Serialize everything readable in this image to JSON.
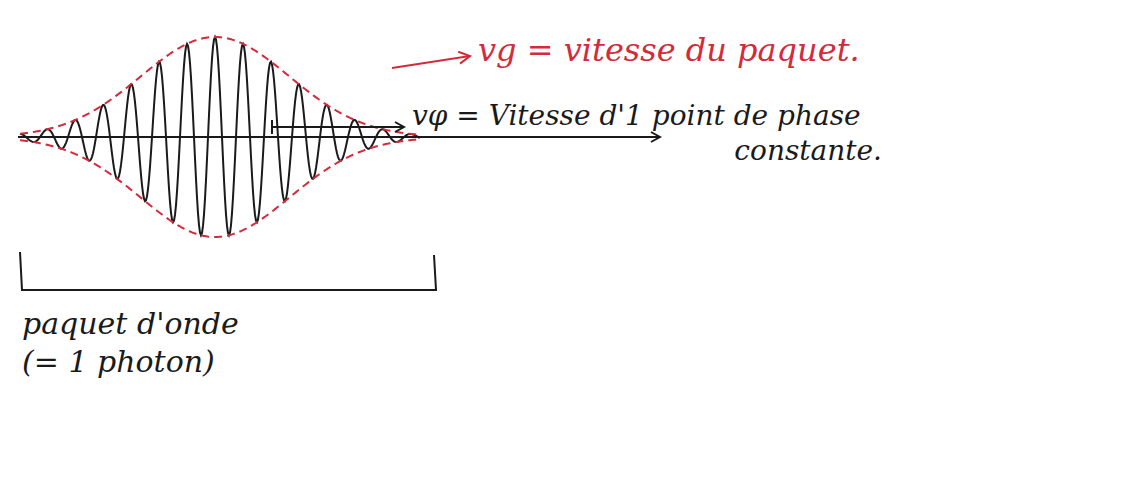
{
  "diagram": {
    "labels": [
      "vg = vitesse du paquet.",
      "vφ = Vitesse d'1 point de phase constante.",
      "paquet d'onde (= 1 photon)"
    ]
  }
}
